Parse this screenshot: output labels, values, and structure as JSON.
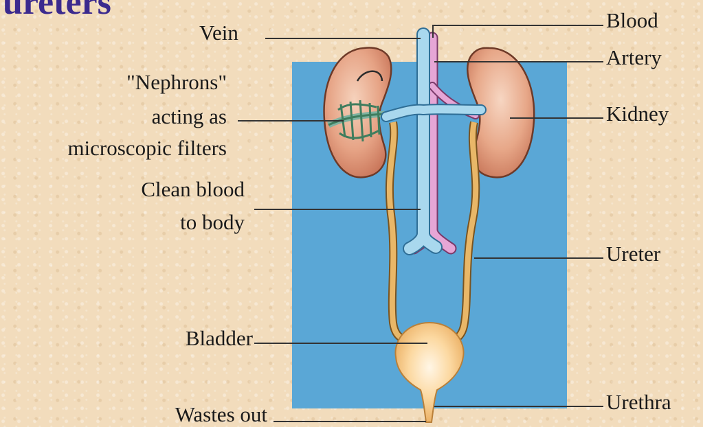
{
  "title": "ureters",
  "labels": {
    "vein": "Vein",
    "nephrons_1": "\"Nephrons\"",
    "nephrons_2": "acting as",
    "nephrons_3": "microscopic filters",
    "clean_1": "Clean blood",
    "clean_2": "to body",
    "bladder": "Bladder",
    "wastes_out": "Wastes out",
    "blood": "Blood",
    "artery": "Artery",
    "kidney": "Kidney",
    "ureter": "Ureter",
    "urethra": "Urethra"
  },
  "colors": {
    "panel": "#5aa7d6",
    "vein": "#a9d8ee",
    "artery": "#e6a6d6",
    "kidney": "#e0997a",
    "ureter": "#e9b768",
    "bladder": "#f8cf8c",
    "title": "#3b2a8e"
  }
}
